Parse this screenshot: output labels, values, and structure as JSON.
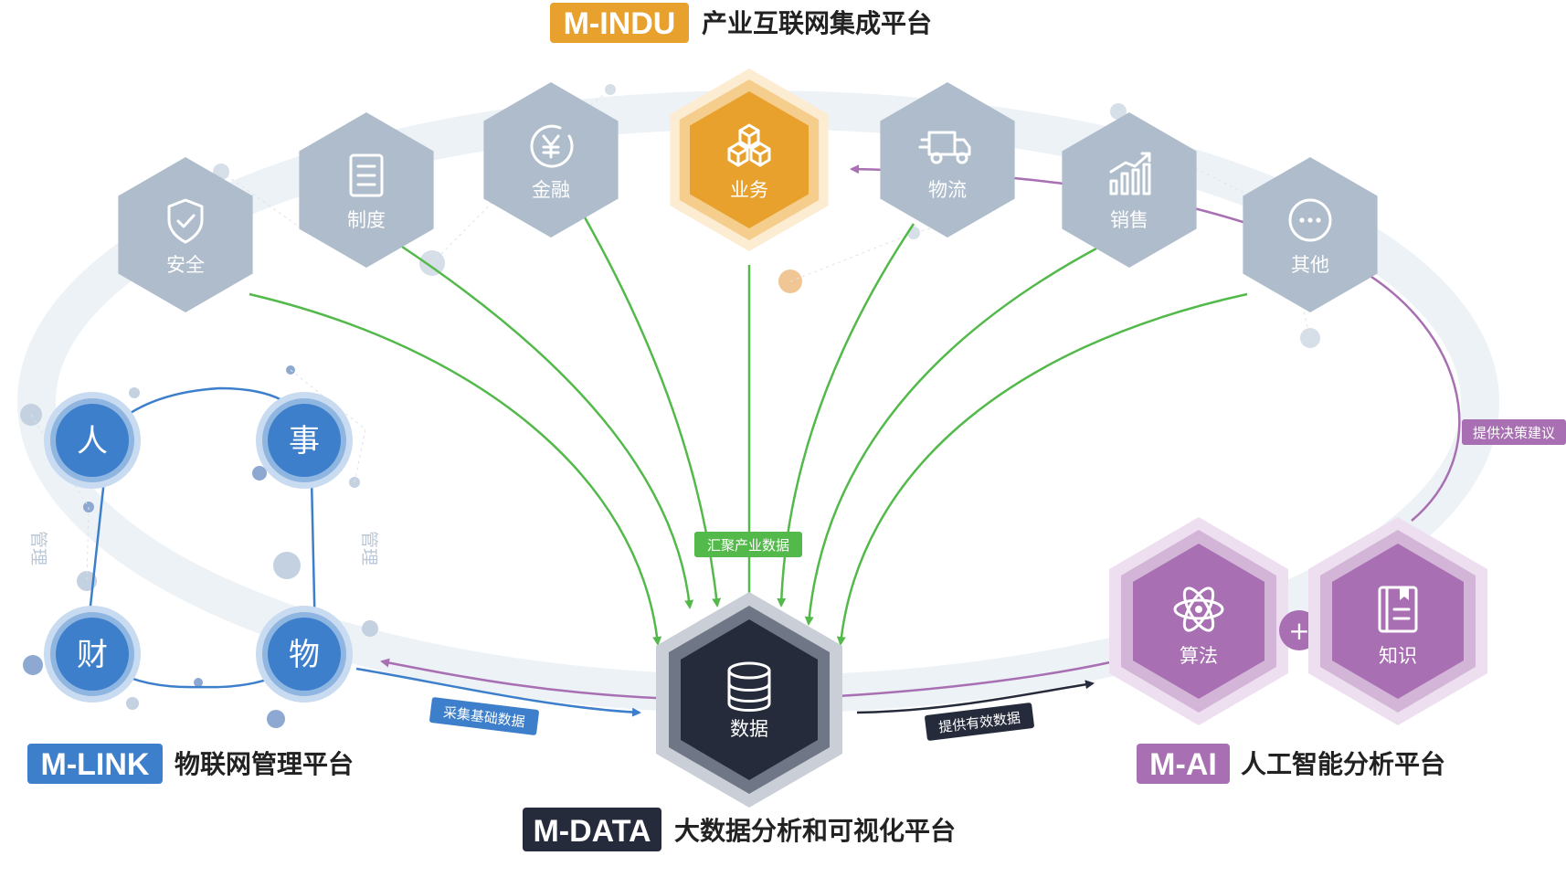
{
  "colors": {
    "gray_hex": "#aebccb",
    "orange": "#e8a12c",
    "purple": "#a86fb2",
    "blue": "#3d7fcb",
    "dark": "#262b3b",
    "green": "#52b94a"
  },
  "platforms": {
    "indu": {
      "badge": "M-INDU",
      "title": "产业互联网集成平台"
    },
    "link": {
      "badge": "M-LINK",
      "title": "物联网管理平台"
    },
    "data": {
      "badge": "M-DATA",
      "title": "大数据分析和可视化平台"
    },
    "ai": {
      "badge": "M-AI",
      "title": "人工智能分析平台"
    }
  },
  "industry_nodes": [
    {
      "label": "安全",
      "icon": "shield-icon"
    },
    {
      "label": "制度",
      "icon": "book-icon"
    },
    {
      "label": "金融",
      "icon": "yuan-icon"
    },
    {
      "label": "业务",
      "icon": "cubes-icon"
    },
    {
      "label": "物流",
      "icon": "truck-icon"
    },
    {
      "label": "销售",
      "icon": "bar-chart-icon"
    },
    {
      "label": "其他",
      "icon": "more-icon"
    }
  ],
  "iot_nodes": [
    "人",
    "事",
    "财",
    "物"
  ],
  "iot_side_labels": {
    "left": "管理",
    "right": "管理"
  },
  "data_node": {
    "label": "数据",
    "icon": "database-icon"
  },
  "ai_nodes": [
    {
      "label": "算法",
      "icon": "atom-icon"
    },
    {
      "label": "知识",
      "icon": "notebook-icon"
    }
  ],
  "plus_sign": "+",
  "flow_tags": {
    "gather": "汇聚产业数据",
    "collect": "采集基础数据",
    "provide_data": "提供有效数据",
    "decision": "提供决策建议"
  }
}
